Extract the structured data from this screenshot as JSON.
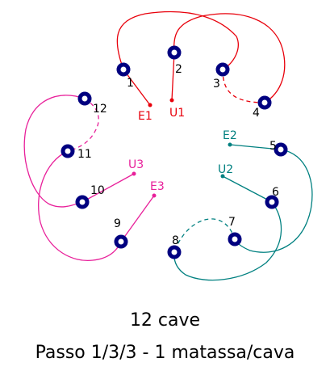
{
  "title": "12 cave",
  "subtitle": "Passo 1/3/3 - 1 matassa/cava",
  "colors": {
    "phase1": "#e8000b",
    "phase2": "#008080",
    "phase3": "#e8209a",
    "slot": "#000080"
  },
  "slots": [
    "1",
    "2",
    "3",
    "4",
    "5",
    "6",
    "7",
    "8",
    "9",
    "10",
    "11",
    "12"
  ],
  "terminals": {
    "E1": "E1",
    "U1": "U1",
    "E2": "E2",
    "U2": "U2",
    "E3": "E3",
    "U3": "U3"
  }
}
